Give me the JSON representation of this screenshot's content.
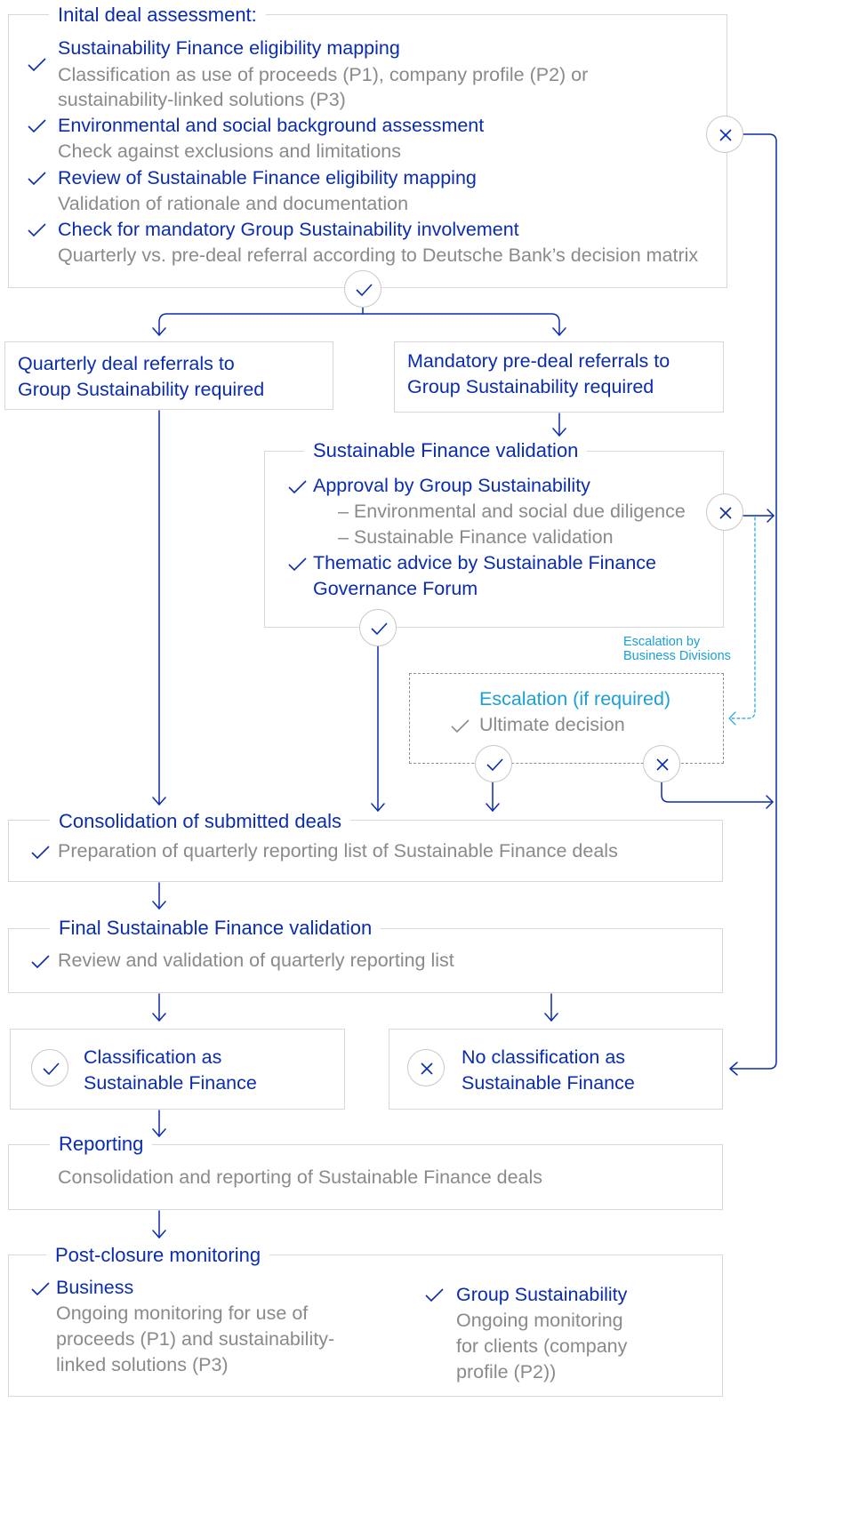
{
  "initial": {
    "legend": "Inital deal assessment:",
    "items": [
      {
        "title": "Sustainability Finance eligibility mapping",
        "desc1": "Classification as use of proceeds (P1), company profile (P2) or",
        "desc2": "sustainability-linked solutions (P3)"
      },
      {
        "title": "Environmental and social background assessment",
        "desc1": "Check against exclusions and limitations"
      },
      {
        "title": "Review of Sustainable Finance eligibility mapping",
        "desc1": "Validation of rationale and documentation"
      },
      {
        "title": "Check for mandatory Group Sustainability involvement",
        "desc1": "Quarterly vs. pre-deal referral according to Deutsche Bank’s decision matrix"
      }
    ]
  },
  "quarterly": {
    "line1": "Quarterly deal referrals to",
    "line2": "Group Sustainability required"
  },
  "mandatory": {
    "line1": "Mandatory pre-deal referrals to",
    "line2": "Group Sustainability required"
  },
  "sf_validation": {
    "legend": "Sustainable Finance validation",
    "approval": "Approval by Group Sustainability",
    "sub1": "– Environmental and social due diligence",
    "sub2": "– Sustainable Finance validation",
    "advice1": "Thematic advice by Sustainable Finance",
    "advice2": "Governance Forum"
  },
  "escalation_note": {
    "line1": "Escalation by",
    "line2": "Business Divisions"
  },
  "escalation": {
    "title": "Escalation (if required)",
    "item": "Ultimate decision"
  },
  "consolidation": {
    "legend": "Consolidation of submitted deals",
    "item": "Preparation of quarterly reporting list of Sustainable Finance deals"
  },
  "final_validation": {
    "legend": "Final Sustainable Finance validation",
    "item": "Review and validation of quarterly reporting list"
  },
  "classification": {
    "line1": "Classification as",
    "line2": "Sustainable Finance"
  },
  "no_classification": {
    "line1": "No classification as",
    "line2": "Sustainable Finance"
  },
  "reporting": {
    "legend": "Reporting",
    "item": "Consolidation and reporting of Sustainable Finance deals"
  },
  "monitoring": {
    "legend": "Post-closure monitoring",
    "business": {
      "title": "Business",
      "d1": "Ongoing monitoring for use of",
      "d2": "proceeds (P1) and sustainability-",
      "d3": "linked solutions (P3)"
    },
    "group": {
      "title": "Group Sustainability",
      "d1": "Ongoing monitoring",
      "d2": "for clients (company",
      "d3": "profile (P2))"
    }
  },
  "colors": {
    "blue": "#0a2cb0",
    "grey": "#8a8a8a",
    "cyan": "#1a9fd6",
    "border": "#d8d8d8"
  },
  "icons": [
    "check-icon",
    "cross-icon",
    "arrow-down-icon",
    "arrow-right-icon",
    "arrow-left-icon"
  ]
}
